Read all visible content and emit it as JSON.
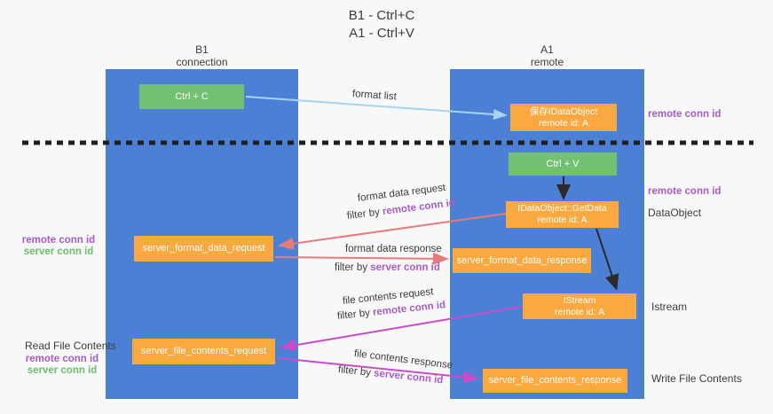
{
  "title": {
    "line1": "B1 - Ctrl+C",
    "line2": "A1 - Ctrl+V"
  },
  "columns": {
    "left": {
      "name": "B1",
      "role": "connection"
    },
    "right": {
      "name": "A1",
      "role": "remote"
    }
  },
  "boxes": {
    "ctrl_c": {
      "label": "Ctrl + C"
    },
    "save_idataobject": {
      "line1": "保存IDataObject",
      "line2": "remote id: A"
    },
    "ctrl_v": {
      "label": "Ctrl + V"
    },
    "getdata": {
      "line1": "IDataObject::GetData",
      "line2": "remote id: A"
    },
    "server_format_data_request": {
      "label": "server_format_data_request"
    },
    "server_format_data_response": {
      "label": "server_format_data_response"
    },
    "istream": {
      "line1": "IStream",
      "line2": "remote id: A"
    },
    "server_file_contents_request": {
      "label": "server_file_contents_request"
    },
    "server_file_contents_response": {
      "label": "server_file_contents_response"
    }
  },
  "side_labels": {
    "right_remote_conn_id_top": "remote conn id",
    "right_remote_conn_id_mid": "remote conn id",
    "dataobject": "DataObject",
    "istream": "Istream",
    "write_file_contents": "Write File Contents",
    "left_remote_conn_id_top": "remote conn id",
    "left_server_conn_id_top": "server conn id",
    "read_file_contents": "Read File Contents",
    "left_remote_conn_id_bottom": "remote conn id",
    "left_server_conn_id_bottom": "server conn id"
  },
  "arrow_labels": {
    "format_list": "format list",
    "format_data_request": "format data request",
    "format_data_response": "format data response",
    "file_contents_request": "file contents request",
    "file_contents_response": "file contents response",
    "filter_prefix": "filter by ",
    "remote_conn_id": "remote conn id",
    "server_conn_id": "server conn id"
  },
  "colors": {
    "column_blue": "#4c80d4",
    "box_green": "#72c072",
    "box_orange": "#f9a93f",
    "arrow_salmon": "#e87a7a",
    "arrow_magenta": "#ca4bca",
    "arrow_light_blue": "#a9d3f2",
    "arrow_black": "#2a2a2a",
    "label_purple": "#a75cc8",
    "label_green": "#6cbf6c",
    "background": "#f8f8f8"
  }
}
